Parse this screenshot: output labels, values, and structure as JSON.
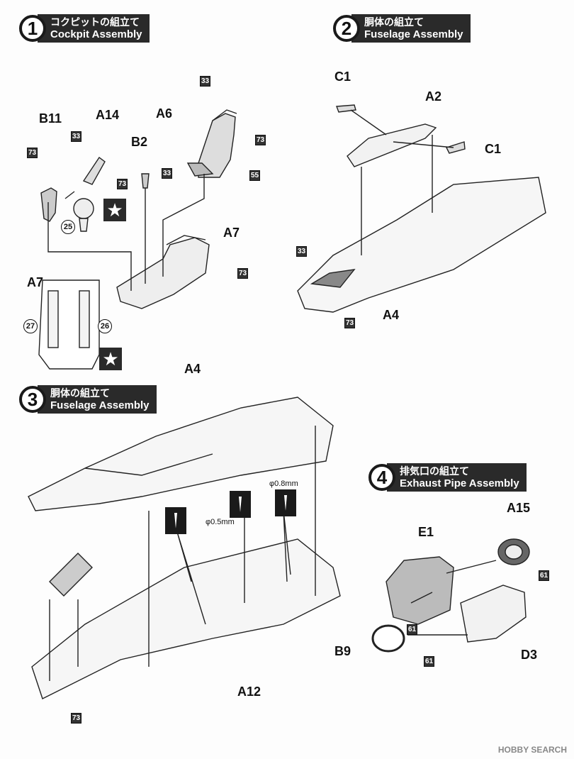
{
  "steps": [
    {
      "num": "1",
      "jp": "コクピットの組立て",
      "en": "Cockpit Assembly"
    },
    {
      "num": "2",
      "jp": "胴体の組立て",
      "en": "Fuselage Assembly"
    },
    {
      "num": "3",
      "jp": "胴体の組立て",
      "en": "Fuselage Assembly"
    },
    {
      "num": "4",
      "jp": "排気口の組立て",
      "en": "Exhaust Pipe Assembly"
    }
  ],
  "parts": {
    "b11": "B11",
    "a14": "A14",
    "a6": "A6",
    "b2": "B2",
    "a7_top": "A7",
    "a7_side": "A7",
    "c1_left": "C1",
    "a2": "A2",
    "c1_right": "C1",
    "a4_step2": "A4",
    "a4_step3": "A4",
    "a12": "A12",
    "e1": "E1",
    "a15": "A15",
    "b9": "B9",
    "d3": "D3"
  },
  "paint": {
    "p33a": "33",
    "p73a": "73",
    "p33b": "33",
    "p73b": "73",
    "p33c": "33",
    "p73c": "73",
    "p55": "55",
    "p73d": "73",
    "p33d": "33",
    "p73e": "73",
    "p73f": "73",
    "p61a": "61",
    "p61b": "61",
    "p61c": "61"
  },
  "decals": {
    "d25": "25",
    "d27": "27",
    "d26": "26"
  },
  "dims": {
    "d1": "φ0.8mm",
    "d2": "φ0.5mm"
  },
  "star_glyph": "★",
  "watermark": "HOBBY SEARCH"
}
